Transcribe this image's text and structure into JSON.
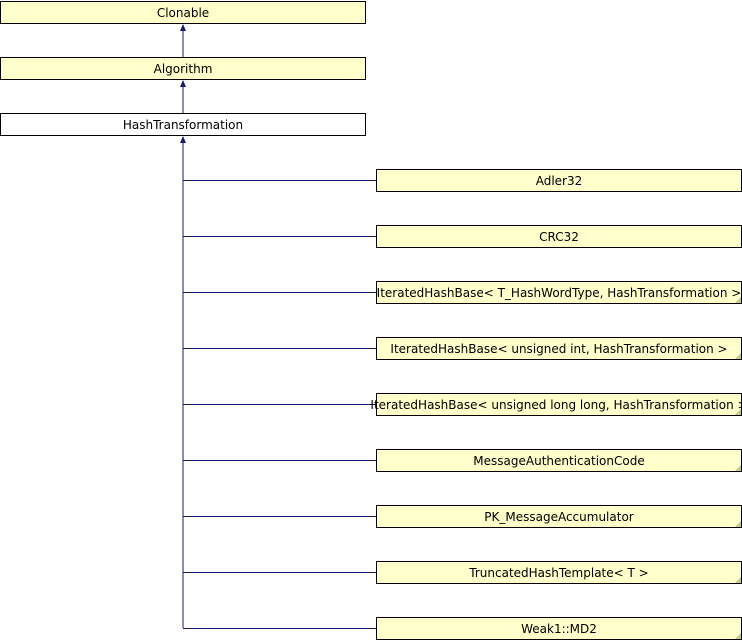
{
  "colors": {
    "edge": "#191970",
    "node_fill": "#ffffcc",
    "current_fill": "#ffffff",
    "border": "#000000"
  },
  "bases": {
    "clonable": "Clonable",
    "algorithm": "Algorithm"
  },
  "current": "HashTransformation",
  "derived": [
    {
      "label": "Adler32",
      "truncated": false
    },
    {
      "label": "CRC32",
      "truncated": false
    },
    {
      "label": "IteratedHashBase< T_HashWordType, HashTransformation >",
      "truncated": true
    },
    {
      "label": "IteratedHashBase< unsigned int, HashTransformation >",
      "truncated": true
    },
    {
      "label": "IteratedHashBase< unsigned long long, HashTransformation >",
      "truncated": true
    },
    {
      "label": "MessageAuthenticationCode",
      "truncated": true
    },
    {
      "label": "PK_MessageAccumulator",
      "truncated": true
    },
    {
      "label": "TruncatedHashTemplate< T >",
      "truncated": true
    },
    {
      "label": "Weak1::MD2",
      "truncated": true
    }
  ]
}
